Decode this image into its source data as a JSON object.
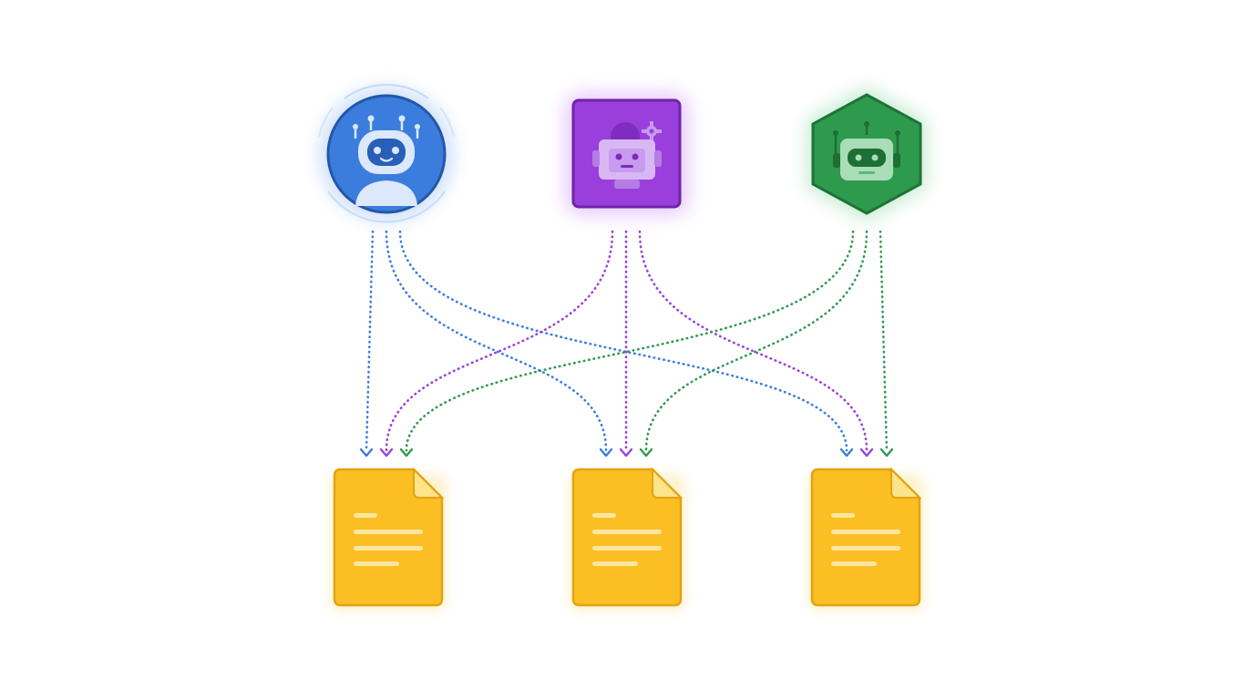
{
  "diagram": {
    "type": "agents-to-documents",
    "agents": [
      {
        "id": "agent-blue",
        "shape": "circle",
        "icon": "robot-head-icon",
        "color": "#3B7DDD",
        "glow": "#8DB8F5"
      },
      {
        "id": "agent-purple",
        "shape": "square",
        "icon": "robot-gear-icon",
        "color": "#9A3FDB",
        "glow": "#C98CF2"
      },
      {
        "id": "agent-green",
        "shape": "hexagon",
        "icon": "robot-head-icon",
        "color": "#2E9A4E",
        "glow": "#86D39C"
      }
    ],
    "documents": [
      {
        "id": "document-1",
        "icon": "document-icon",
        "color": "#FBBF24"
      },
      {
        "id": "document-2",
        "icon": "document-icon",
        "color": "#FBBF24"
      },
      {
        "id": "document-3",
        "icon": "document-icon",
        "color": "#FBBF24"
      }
    ],
    "connections": [
      {
        "from": "agent-blue",
        "to": "document-1"
      },
      {
        "from": "agent-blue",
        "to": "document-2"
      },
      {
        "from": "agent-blue",
        "to": "document-3"
      },
      {
        "from": "agent-purple",
        "to": "document-1"
      },
      {
        "from": "agent-purple",
        "to": "document-2"
      },
      {
        "from": "agent-purple",
        "to": "document-3"
      },
      {
        "from": "agent-green",
        "to": "document-1"
      },
      {
        "from": "agent-green",
        "to": "document-2"
      },
      {
        "from": "agent-green",
        "to": "document-3"
      }
    ],
    "connection_style": "dotted-arrow"
  }
}
